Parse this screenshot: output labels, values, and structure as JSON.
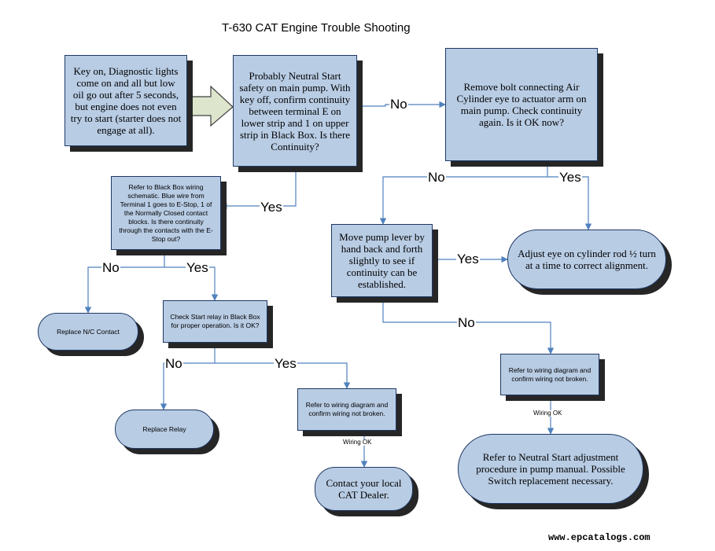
{
  "title": "T-630 CAT Engine Trouble Shooting",
  "footer": "www.epcatalogs.com",
  "colors": {
    "box_fill": "#b8cce4",
    "box_border": "#1f3864",
    "connector": "#4f81bd",
    "shadow": "#262626"
  },
  "nodes": {
    "start": "Key on, Diagnostic lights come on and all but low oil go out after 5 seconds, but engine does not even try to start (starter does not engage at all).",
    "neutral_start": "Probably Neutral Start safety on main pump. With key off, confirm continuity between terminal E on lower strip and 1 on upper strip in Black Box.  Is there Continuity?",
    "remove_bolt": "Remove bolt connecting Air Cylinder eye to actuator arm on main pump.  Check continuity again.  Is it OK now?",
    "black_box_wiring": "Refer to Black Box wiring schematic.  Blue wire from Terminal 1 goes to E-Stop, 1 of the Normally Closed contact blocks.  Is there continuity through the contacts with the E-Stop out?",
    "move_pump_lever": "Move pump lever by hand back and forth slightly to see if continuity can be established.",
    "adjust_eye": "Adjust eye on cylinder rod ½ turn at a time to correct alignment.",
    "replace_nc": "Replace N/C Contact",
    "check_relay": "Check Start relay in Black Box for proper operation.  Is it OK?",
    "replace_relay": "Replace Relay",
    "wiring_diagram_left": "Refer to wiring diagram and confirm wiring not broken.",
    "contact_dealer": "Contact your local CAT Dealer.",
    "wiring_diagram_right": "Refer to wiring diagram and confirm wiring not broken.",
    "neutral_adjust": "Refer to Neutral Start adjustment procedure in pump manual.  Possible Switch replacement necessary."
  },
  "edge_labels": {
    "no": "No",
    "yes": "Yes",
    "wiring_ok": "Wiring OK"
  }
}
